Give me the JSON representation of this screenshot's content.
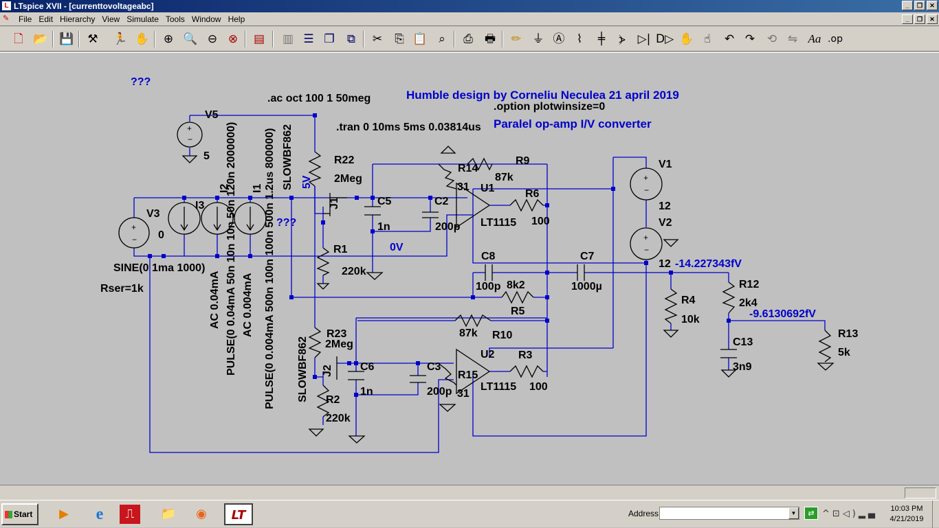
{
  "window": {
    "title": "LTspice XVII - [currenttovoltageabc]",
    "app_icon": "ltspice-icon",
    "controls": [
      "_",
      "❐",
      "✕"
    ]
  },
  "menubar": {
    "items": [
      "File",
      "Edit",
      "Hierarchy",
      "View",
      "Simulate",
      "Tools",
      "Window",
      "Help"
    ]
  },
  "toolbar": {
    "buttons": [
      "new-schematic",
      "open",
      "save",
      "control-panel",
      "run",
      "halt",
      "zoom-in",
      "pan",
      "zoom-out",
      "zoom-fit",
      "autoscale",
      "tile-horizontal",
      "tile-vertical",
      "cascade",
      "cut",
      "copy",
      "paste",
      "find",
      "print-preview",
      "print",
      "draw-wire",
      "ground",
      "label-net",
      "resistor",
      "capacitor",
      "inductor",
      "diode",
      "component",
      "move",
      "drag",
      "undo",
      "redo",
      "rotate",
      "mirror",
      "text",
      "spice-directive"
    ],
    "text_op": ".op",
    "text_aa": "Aa"
  },
  "schematic": {
    "texts": {
      "qq1": "???",
      "qq2": "???",
      "title": "Humble design by Corneliu Neculea 21 april 2019",
      "directive_ac": ".ac oct 100 1 50meg",
      "directive_option": ".option plotwinsize=0",
      "directive_tran": ".tran 0 10ms 5ms 0.03814us",
      "subtitle": "Paralel op-amp I/V converter",
      "v5_name": "V5",
      "v5_val": "5",
      "v3_name": "V3",
      "v3_val": "0",
      "i3_name": "I3",
      "i2_name": "I2",
      "i1_name": "I1",
      "j1_model": "SLOWBF862",
      "j1_name": "J1",
      "j2_model": "SLOWBF862",
      "j2_name": "J2",
      "net5v": "5V",
      "sine": "SINE(0 1ma 1000)",
      "rser": "Rser=1k",
      "i2_ac": "AC 0.04mA",
      "i2_pulse": "PULSE(0 0.04mA 50n 10n 10n 50n 120n 2000000)",
      "i1_ac": "AC 0.004mA",
      "i1_pulse": "PULSE(0 0.004mA 500n 100n 100n 500n 1.2us 800000)",
      "r22_name": "R22",
      "r22_val": "2Meg",
      "r1_name": "R1",
      "r1_val": "220k",
      "c5_name": "C5",
      "c5_val": "1n",
      "c2_name": "C2",
      "c2_val": "200p",
      "r14_name": "R14",
      "r14_val": "31",
      "r9_name": "R9",
      "r9_val": "87k",
      "u1_name": "U1",
      "u1_model": "LT1115",
      "r6_name": "R6",
      "r6_val": "100",
      "net0v": "0V",
      "v1_name": "V1",
      "v1_val": "12",
      "v2_name": "V2",
      "v2_val": "12",
      "c8_name": "C8",
      "c8_val": "100p",
      "c7_name": "C7",
      "c7_val": "1000µ",
      "r8_val": "8k2",
      "r5_name": "R5",
      "vout1": "-14.227343fV",
      "r12_name": "R12",
      "r12_val": "2k4",
      "r4_name": "R4",
      "r4_val": "10k",
      "vout2": "-9.6130692fV",
      "r13_name": "R13",
      "r13_val": "5k",
      "c13_name": "C13",
      "c13_val": "3n9",
      "r23_name": "R23",
      "r23_val": "2Meg",
      "r10_val": "87k",
      "r10_name": "R10",
      "u2_name": "U2",
      "u2_model": "LT1115",
      "r3_name": "R3",
      "r3_val": "100",
      "c6_name": "C6",
      "c6_val": "1n",
      "c3_name": "C3",
      "c3_val": "200p",
      "r15_name": "R15",
      "r15_val": "31",
      "r2_name": "R2",
      "r2_val": "220k"
    }
  },
  "taskbar": {
    "start": "Start",
    "apps": [
      "windows-media-player-icon",
      "internet-explorer-icon",
      "acrobat-icon",
      "file-explorer-icon",
      "firefox-icon",
      "ltspice-icon"
    ],
    "address_label": "Address",
    "address_value": "",
    "clock_time": "10:03 PM",
    "clock_date": "4/21/2019"
  }
}
